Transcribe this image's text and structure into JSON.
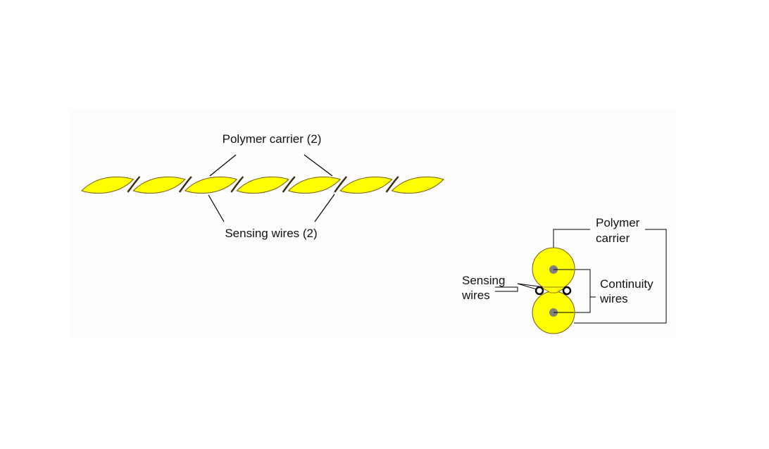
{
  "colors": {
    "carrier_fill": "#ffff00",
    "carrier_outline": "#7a5a10",
    "sensing_wire_stripe": "#3a2a10",
    "continuity_core": "#808080",
    "panel_background": "#fdfdfd"
  },
  "side_view": {
    "label_polymer_carrier": "Polymer carrier (2)",
    "label_sensing_wires": "Sensing wires (2)"
  },
  "cross_section": {
    "label_polymer_line1": "Polymer",
    "label_polymer_line2": "carrier",
    "label_sensing_line1": "Sensing",
    "label_sensing_line2": "wires",
    "label_continuity_line1": "Continuity",
    "label_continuity_line2": "wires"
  }
}
